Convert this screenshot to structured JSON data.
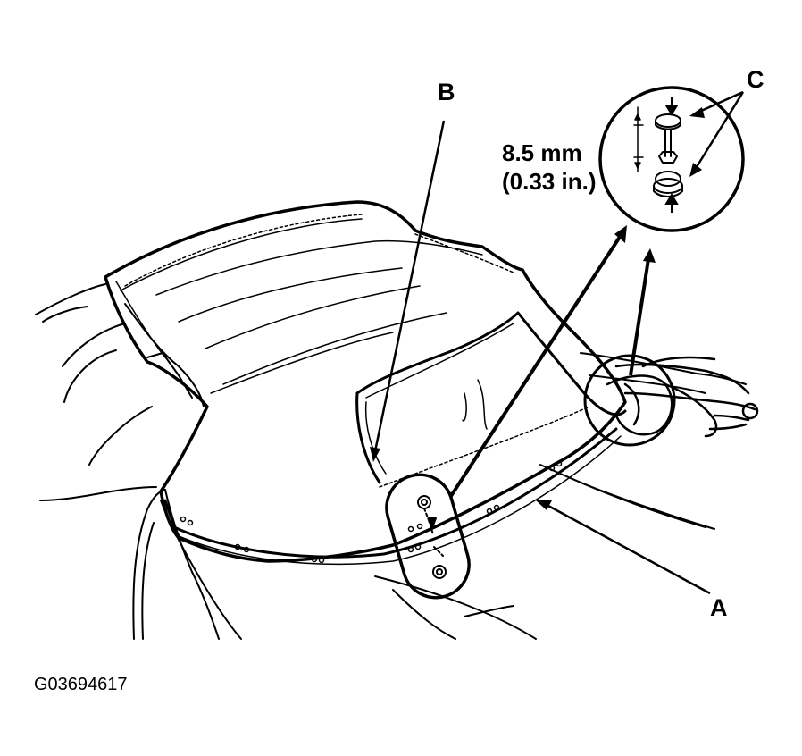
{
  "labels": {
    "a": "A",
    "b": "B",
    "c": "C"
  },
  "dimension": {
    "metric": "8.5 mm",
    "imperial": "(0.33 in.)"
  },
  "figure_code": "G03694617"
}
